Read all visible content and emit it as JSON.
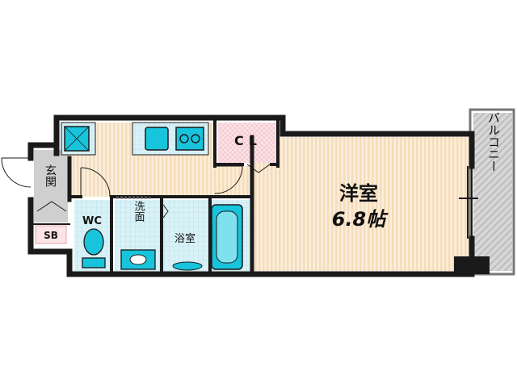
{
  "rooms": {
    "western": {
      "name": "洋室",
      "size": "6.8帖"
    },
    "closet": "CL",
    "entrance": "玄関",
    "shoebox": "SB",
    "toilet": "WC",
    "washroom": "洗面",
    "bathroom": "浴室",
    "balcony": "バルコニー"
  },
  "colors": {
    "wall": "#1a1a1a",
    "floor_stripe": "#f6dcb9",
    "floor_base": "#fbeedd",
    "tile": "#d9f1f7",
    "fixture": "#18c3dc",
    "closet_fill": "#fbe3e6",
    "balcony_fill": "#d7d7d7",
    "entrance_fill": "#cfcfcf"
  }
}
